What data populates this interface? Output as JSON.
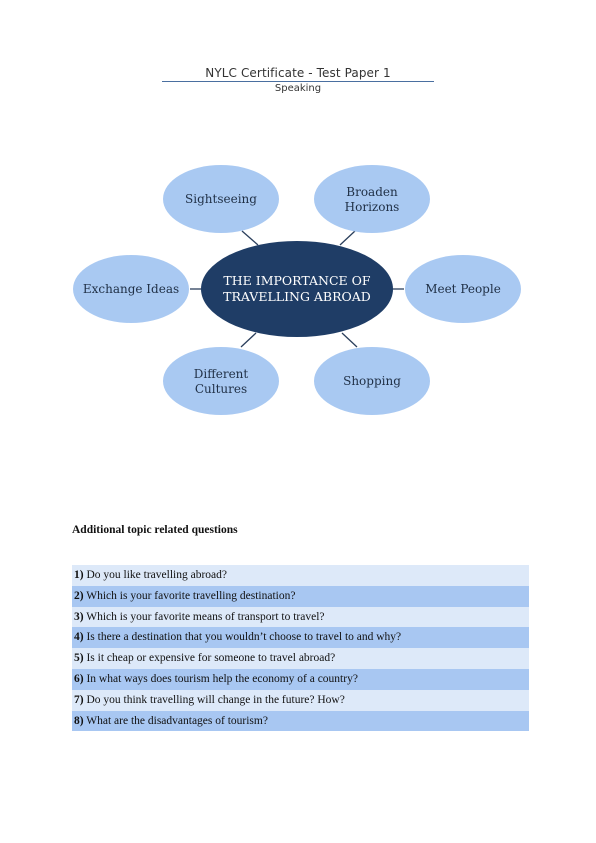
{
  "header": {
    "title": "NYLC Certificate - Test Paper 1",
    "subtitle": "Speaking"
  },
  "diagram": {
    "center": [
      "THE IMPORTANCE OF",
      "TRAVELLING ABROAD"
    ],
    "nodes": [
      {
        "id": "sightseeing",
        "lines": [
          "Sightseeing"
        ]
      },
      {
        "id": "broaden-horizons",
        "lines": [
          "Broaden",
          "Horizons"
        ]
      },
      {
        "id": "exchange-ideas",
        "lines": [
          "Exchange Ideas"
        ]
      },
      {
        "id": "meet-people",
        "lines": [
          "Meet People"
        ]
      },
      {
        "id": "different-cultures",
        "lines": [
          "Different",
          "Cultures"
        ]
      },
      {
        "id": "shopping",
        "lines": [
          "Shopping"
        ]
      }
    ],
    "colors": {
      "center": "#1f3d66",
      "node": "#a9c9f2",
      "connector": "#2b3f5c"
    }
  },
  "questions": {
    "heading": "Additional topic related questions",
    "items": [
      {
        "num": "1)",
        "text": " Do you like travelling abroad?"
      },
      {
        "num": "2)",
        "text": " Which is your favorite travelling destination?"
      },
      {
        "num": "3)",
        "text": " Which is your favorite means of transport to travel?"
      },
      {
        "num": "4)",
        "text": " Is there a destination that you wouldn’t choose to travel to and why?"
      },
      {
        "num": "5)",
        "text": " Is it cheap or expensive for someone to travel abroad?"
      },
      {
        "num": "6)",
        "text": " In what ways does tourism help the economy of a country?"
      },
      {
        "num": "7)",
        "text": " Do you think travelling will change in the future? How?"
      },
      {
        "num": "8)",
        "text": " What are the disadvantages of tourism?"
      }
    ]
  }
}
